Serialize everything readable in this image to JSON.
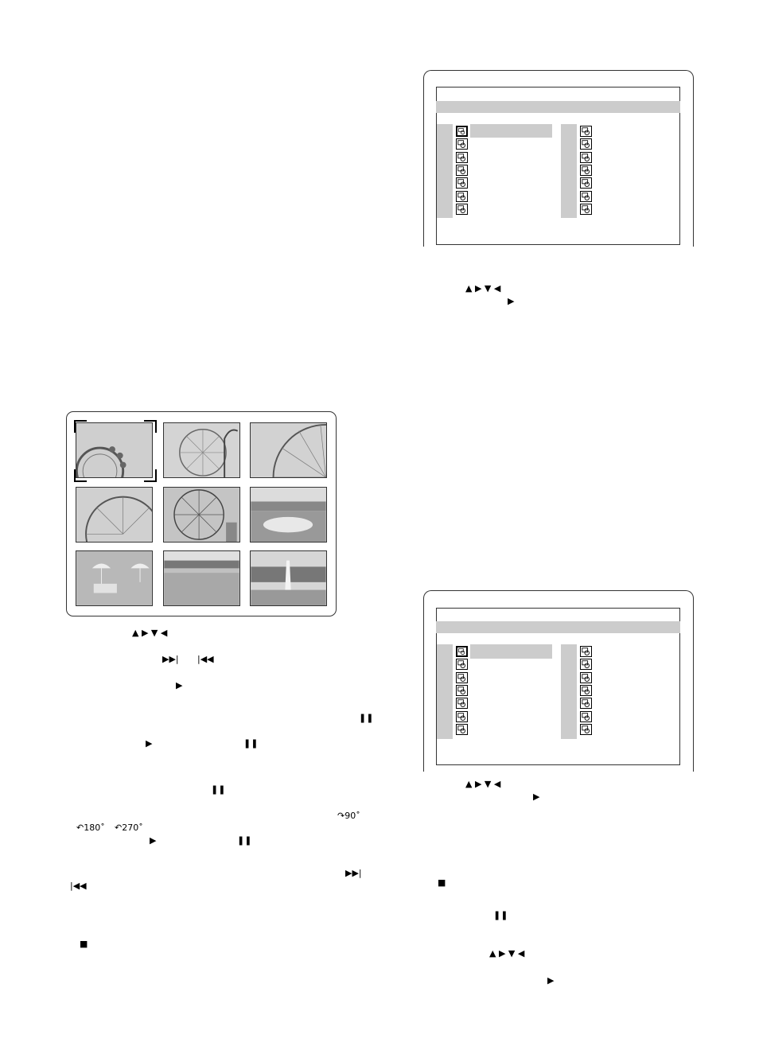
{
  "glyphs": {
    "nav_arrows": "▲ ▶ ▼  ◀",
    "play": "▶",
    "pause": "❚❚",
    "stop": "■",
    "next": "▶▶|",
    "prev": "|◀◀",
    "rotate_90": "↷90˚",
    "rotate_180": "↶180˚",
    "rotate_270": "↶270˚"
  },
  "colors": {
    "highlight": "#cccccc",
    "frame": "#333333"
  },
  "thumbnails": [
    {
      "subject": "ferris-wheel-closeup",
      "selected": true
    },
    {
      "subject": "ferris-wheel-coaster"
    },
    {
      "subject": "ferris-wheel-partial"
    },
    {
      "subject": "ferris-wheel-left"
    },
    {
      "subject": "ferris-wheel-center"
    },
    {
      "subject": "flower-garden"
    },
    {
      "subject": "parasols"
    },
    {
      "subject": "flower-field"
    },
    {
      "subject": "fountain"
    }
  ],
  "menus": [
    {
      "left_items": 7,
      "right_items": 7,
      "selected_index": 0
    },
    {
      "left_items": 7,
      "right_items": 7,
      "selected_index": 0
    }
  ]
}
